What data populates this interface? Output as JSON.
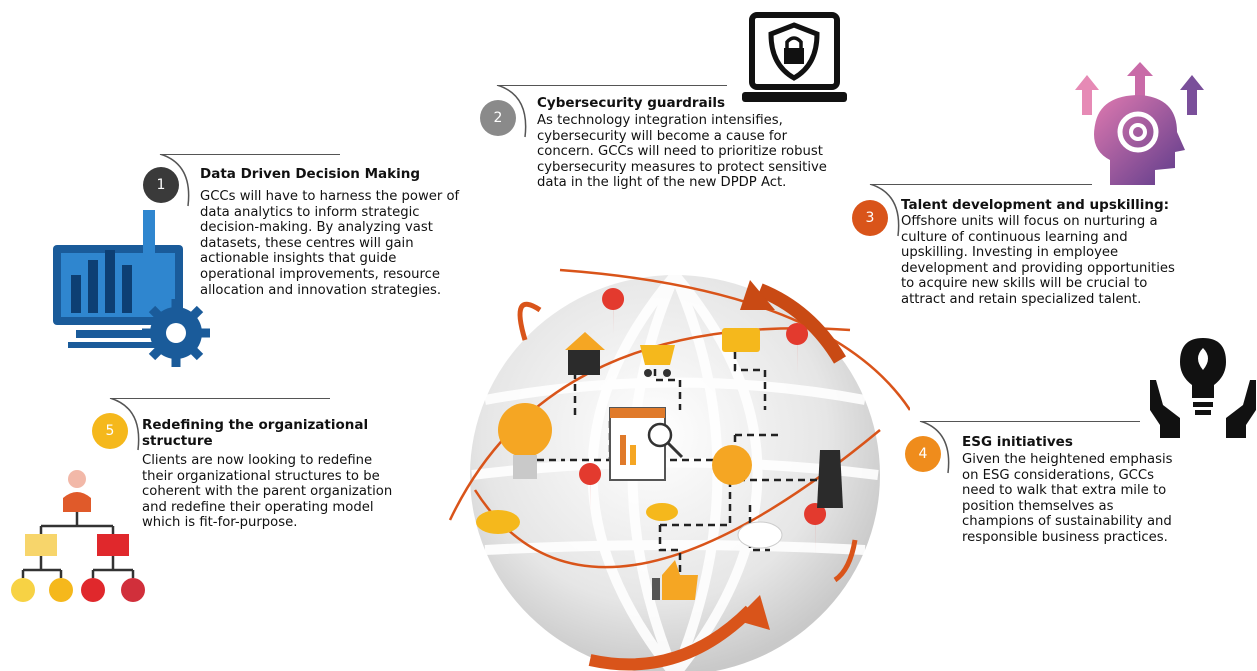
{
  "items": [
    {
      "number": "1",
      "title": "Data Driven Decision Making",
      "body": "GCCs will have to harness the power of\ndata analytics to inform strategic\ndecision-making. By analyzing vast\ndatasets, these centres will gain\nactionable insights that guide\noperational improvements, resource\nallocation and innovation strategies.",
      "color": "#3a3a3a",
      "icon": "analytics-monitor-gear-icon"
    },
    {
      "number": "2",
      "title": "Cybersecurity guardrails",
      "body": "As technology integration intensifies,\ncybersecurity will become a cause for\nconcern. GCCs will need to prioritize robust\ncybersecurity measures to protect sensitive\ndata in the light of the new DPDP Act.",
      "color": "#8a8a8a",
      "icon": "laptop-shield-lock-icon"
    },
    {
      "number": "3",
      "title": "Talent development and upskilling:",
      "body": "Offshore units will focus on nurturing a\nculture of continuous learning and\nupskilling. Investing in employee\ndevelopment and providing opportunities\nto acquire new skills will be crucial to\nattract and retain specialized talent.",
      "color": "#d9541a",
      "icon": "head-gear-arrows-icon"
    },
    {
      "number": "4",
      "title": "ESG initiatives",
      "body": "Given the heightened emphasis\non ESG considerations, GCCs\nneed to walk that extra mile to\nposition themselves as\nchampions of sustainability and\nresponsible business practices.",
      "color": "#ef8c1c",
      "icon": "hands-lightbulb-icon"
    },
    {
      "number": "5",
      "title": "Redefining the organizational\nstructure",
      "body": "Clients are now looking to redefine\ntheir organizational structures to be\ncoherent with the parent organization\nand redefine their operating model\nwhich is fit-for-purpose.",
      "color": "#f5b81c",
      "icon": "org-chart-icon"
    }
  ],
  "center_graphic": {
    "icon": "globe-network-icon"
  }
}
